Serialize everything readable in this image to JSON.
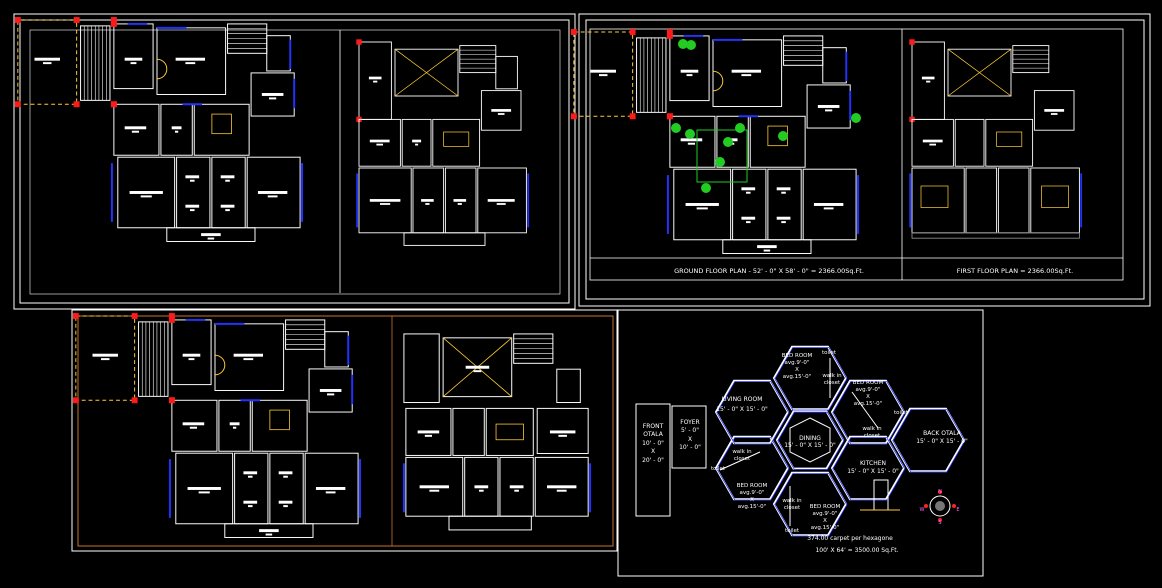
{
  "colors": {
    "background": "#000000",
    "frame": "#ffffff",
    "wall": "#ffffff",
    "window": "#2233ff",
    "column": "#ff1a1a",
    "door": "#ffcc33",
    "grid": "#8a8a8a",
    "tree": "#22cc22",
    "orange_frame": "#c8752a",
    "pink": "#ff66aa"
  },
  "sheet2": {
    "ground_caption": "GROUND FLOOR PLAN  -  52' - 0\" X 58' - 0\" = 2366.00Sq.Ft.",
    "first_caption": "FIRST FLOOR PLAN  = 2366.00Sq.Ft."
  },
  "hex": {
    "front_otala": [
      "FRONT",
      "OTALA",
      "10' - 0\"",
      "X",
      "20' - 0\""
    ],
    "foyer": [
      "FOYER",
      "5' - 0\"",
      "X",
      "10' - 0\""
    ],
    "living": [
      "LIVING ROOM",
      "15' - 0\" X 15' - 0\""
    ],
    "dining": [
      "DINING",
      "15' - 0\" X 15' - 0\""
    ],
    "kitchen": [
      "KITCHEN",
      "15' - 0\" X 15' - 0\""
    ],
    "back_otala": [
      "BACK OTALA",
      "15' - 0\" X 15' - 0\""
    ],
    "bedroom_top": [
      "BED ROOM",
      "avg.9'-0\"",
      "X",
      "avg.15'-0\""
    ],
    "bedroom_right": [
      "BED ROOM",
      "avg.9'-0\"",
      "X",
      "avg.15'-0\""
    ],
    "bedroom_left": [
      "BED ROOM",
      "avg.9'-0\"",
      "X",
      "avg.15'-0\""
    ],
    "bedroom_bottom": [
      "BED ROOM",
      "avg.9'-0\"",
      "X",
      "avg.15'-0\""
    ],
    "toilet": "toilet",
    "walkin": [
      "walk in",
      "closet"
    ],
    "area_note": "374.00 carpet per hexagone",
    "total_note": "100' X 64' = 3500.00 Sq.Ft.",
    "compass": [
      "N",
      "S",
      "E",
      "W"
    ]
  }
}
